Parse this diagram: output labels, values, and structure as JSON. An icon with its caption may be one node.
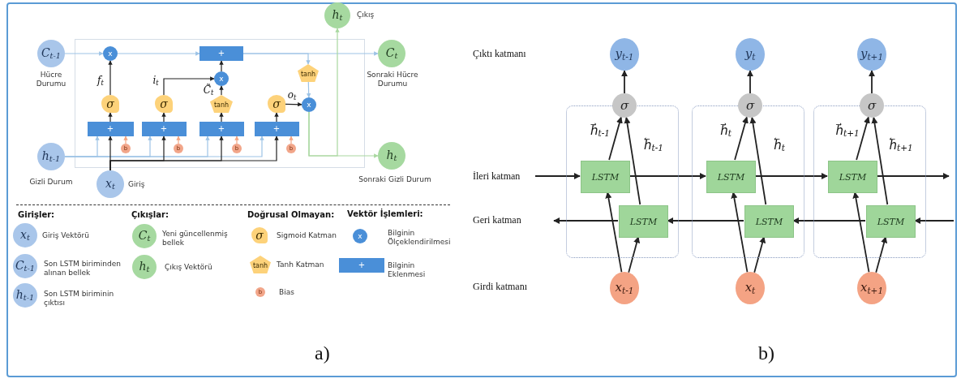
{
  "diagram": {
    "nodes": [
      {
        "text": [
          "C$_{t-1}$"
        ],
        "beside": [
          "Hücre Durumu"
        ]
      },
      {
        "text": [
          "h$_{t-1}$"
        ],
        "beside": [
          "Gizli Durum"
        ]
      },
      {
        "text": [
          "x$_{t}$"
        ],
        "beside": [
          "Giriş"
        ]
      },
      {
        "text": [
          "h$_{t}$"
        ],
        "beside": [
          "Çıkış"
        ]
      },
      {
        "text": [
          "C$_{t}$"
        ],
        "beside": [
          "Sonraki Hücre Durumu"
        ]
      },
      {
        "text": [
          "h$_{t}$"
        ],
        "beside": [
          "Sonraki Gizli Durum"
        ]
      },
      {
        "text": [
          "x"
        ]
      },
      {
        "text": [
          "+"
        ]
      },
      {
        "text": [
          "x"
        ]
      },
      {
        "text": [
          "tanh"
        ]
      },
      {
        "text": [
          "x"
        ]
      },
      {
        "text": [
          "+"
        ]
      },
      {
        "text": [
          "+"
        ]
      },
      {
        "text": [
          "+"
        ]
      },
      {
        "text": [
          "+"
        ]
      },
      {
        "text": [
          "σ"
        ]
      },
      {
        "text": [
          "σ"
        ]
      },
      {
        "text": [
          "tanh"
        ]
      },
      {
        "text": [
          "σ"
        ]
      },
      {
        "text": [
          "b"
        ]
      },
      {
        "text": [
          "b"
        ]
      },
      {
        "text": [
          "b"
        ]
      },
      {
        "text": [
          "b"
        ]
      },
      {
        "text": [
          "x$_{t}$"
        ],
        "beside": [
          "Giriş Vektörü"
        ]
      },
      {
        "text": [
          "C$_{t-1}$"
        ],
        "beside": [
          "Son LSTM biriminden alınan bellek"
        ]
      },
      {
        "text": [
          "h$_{t-1}$"
        ],
        "beside": [
          "Son LSTM biriminin çıktısı"
        ]
      },
      {
        "text": [
          "C$_{t}$"
        ],
        "beside": [
          "Yeni güncellenmiş bellek"
        ]
      },
      {
        "text": [
          "h$_{t}$"
        ],
        "beside": [
          "Çıkış Vektörü"
        ]
      },
      {
        "text": [
          "σ"
        ],
        "beside": [
          "Sigmoid Katman"
        ]
      },
      {
        "text": [
          "tanh"
        ],
        "beside": [
          "Tanh Katman"
        ]
      },
      {
        "text": [
          "b"
        ],
        "beside": [
          "Bias"
        ]
      },
      {
        "text": [
          "x"
        ],
        "beside": [
          "Bilginin Ölçeklendirilmesi"
        ]
      },
      {
        "text": [
          "+"
        ],
        "beside": [
          "Bilginin Eklenmesi"
        ]
      },
      {
        "text": [
          "y$_{t-1}$"
        ]
      },
      {
        "text": [],
        "shape": "box"
      },
      {
        "text": [
          "σ"
        ]
      },
      {
        "text": [
          "LSTM"
        ],
        "in": 34
      },
      {
        "text": [
          "LSTM"
        ],
        "in": 34
      },
      {
        "text": [
          "x$_{t-1}$"
        ]
      },
      {
        "text": [
          "y$_{t}$"
        ]
      },
      {
        "text": [],
        "shape": "box"
      },
      {
        "text": [
          "σ"
        ]
      },
      {
        "text": [
          "LSTM"
        ],
        "in": 40
      },
      {
        "text": [
          "LSTM"
        ],
        "in": 40
      },
      {
        "text": [
          "x$_{t}$"
        ]
      },
      {
        "text": [
          "y$_{t+1}$"
        ]
      },
      {
        "text": [],
        "shape": "box"
      },
      {
        "text": [
          "σ"
        ]
      },
      {
        "text": [
          "LSTM"
        ],
        "in": 46
      },
      {
        "text": [
          "LSTM"
        ],
        "in": 46
      },
      {
        "text": [
          "x$_{t+1}$"
        ]
      }
    ],
    "edges": [
      {
        "from": 0,
        "to": 6,
        "arrow": "to",
        "color": "#9dc3e6"
      },
      {
        "from": 6,
        "to": 7,
        "arrow": "to",
        "color": "#9dc3e6"
      },
      {
        "from": 7,
        "to": 4,
        "arrow": "to",
        "color": "#9dc3e6"
      },
      {
        "from": 7,
        "to": 9,
        "arrow": "to",
        "color": "#9dc3e6"
      },
      {
        "from": 9,
        "to": 10,
        "arrow": "to",
        "color": "#9dc3e6"
      },
      {
        "from": 10,
        "to": 5,
        "arrow": "to",
        "color": "#a9d8a0"
      },
      {
        "from": 10,
        "to": 3,
        "arrow": "to",
        "color": "#a9d8a0"
      },
      {
        "from": 15,
        "to": 6,
        "arrow": "to",
        "label": "f$_{t}$"
      },
      {
        "from": 16,
        "to": 8,
        "arrow": "to",
        "label": "i$_{t}$"
      },
      {
        "from": 17,
        "to": 8,
        "arrow": "to",
        "label": "C̃$_{t}$"
      },
      {
        "from": 8,
        "to": 7,
        "arrow": "to"
      },
      {
        "from": 11,
        "to": 15,
        "arrow": "to"
      },
      {
        "from": 12,
        "to": 16,
        "arrow": "to"
      },
      {
        "from": 13,
        "to": 17,
        "arrow": "to"
      },
      {
        "from": 14,
        "to": 18,
        "arrow": "to"
      },
      {
        "from": 18,
        "to": 10,
        "arrow": "to",
        "label": "o$_{t}$"
      },
      {
        "from": 19,
        "to": 11,
        "arrow": "to",
        "color": "#f4a582"
      },
      {
        "from": 20,
        "to": 12,
        "arrow": "to",
        "color": "#f4a582"
      },
      {
        "from": 21,
        "to": 13,
        "arrow": "to",
        "color": "#f4a582"
      },
      {
        "from": 22,
        "to": 14,
        "arrow": "to",
        "color": "#f4a582"
      },
      {
        "from": 1,
        "to": 11,
        "arrow": "to",
        "color": "#9dc3e6"
      },
      {
        "from": 1,
        "to": 12,
        "arrow": "to",
        "color": "#9dc3e6"
      },
      {
        "from": 1,
        "to": 13,
        "arrow": "to",
        "color": "#9dc3e6"
      },
      {
        "from": 1,
        "to": 14,
        "arrow": "to",
        "color": "#9dc3e6"
      },
      {
        "from": 2,
        "to": 11,
        "arrow": "to"
      },
      {
        "from": 2,
        "to": 12,
        "arrow": "to"
      },
      {
        "from": 2,
        "to": 13,
        "arrow": "to"
      },
      {
        "from": 2,
        "to": 14,
        "arrow": "to"
      },
      {
        "from": 35,
        "to": 33,
        "arrow": "to"
      },
      {
        "from": 36,
        "to": 35,
        "arrow": "to",
        "label": "h⃗$_{t-1}$"
      },
      {
        "from": 37,
        "to": 35,
        "arrow": "to",
        "label": "h⃖$_{t-1}$"
      },
      {
        "from": 38,
        "to": 36,
        "arrow": "to"
      },
      {
        "from": 38,
        "to": 37,
        "arrow": "to"
      },
      {
        "from": 41,
        "to": 39,
        "arrow": "to"
      },
      {
        "from": 42,
        "to": 41,
        "arrow": "to",
        "label": "h⃗$_{t}$"
      },
      {
        "from": 43,
        "to": 41,
        "arrow": "to",
        "label": "h⃖$_{t}$"
      },
      {
        "from": 44,
        "to": 42,
        "arrow": "to"
      },
      {
        "from": 44,
        "to": 43,
        "arrow": "to"
      },
      {
        "from": 47,
        "to": 45,
        "arrow": "to"
      },
      {
        "from": 48,
        "to": 47,
        "arrow": "to",
        "label": "h⃗$_{t+1}$"
      },
      {
        "from": 49,
        "to": 47,
        "arrow": "to",
        "label": "h⃖$_{t+1}$"
      },
      {
        "from": 50,
        "to": 48,
        "arrow": "to"
      },
      {
        "from": 50,
        "to": 49,
        "arrow": "to"
      },
      {
        "from": null,
        "to": 36,
        "arrow": "to"
      },
      {
        "from": 36,
        "to": 42,
        "arrow": "to"
      },
      {
        "from": 42,
        "to": 48,
        "arrow": "to"
      },
      {
        "from": 48,
        "to": null,
        "arrow": "to"
      },
      {
        "from": null,
        "to": 49,
        "arrow": "to"
      },
      {
        "from": 49,
        "to": 43,
        "arrow": "to"
      },
      {
        "from": 43,
        "to": 37,
        "arrow": "to"
      },
      {
        "from": 37,
        "to": null,
        "arrow": "to"
      }
    ],
    "labels": [
      "Çıktı katmanı",
      "İleri katman",
      "Geri katman",
      "Girdi katmanı",
      "Girişler:",
      "Çıkışlar:",
      "Doğrusal Olmayan:",
      "Vektör İşlemleri:",
      "a)",
      "b)"
    ]
  }
}
